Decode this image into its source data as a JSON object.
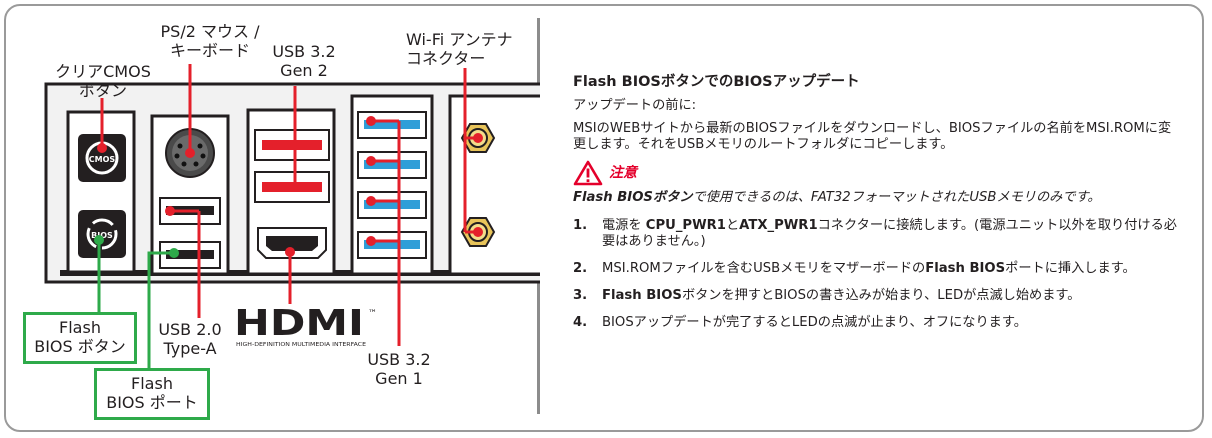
{
  "diagram": {
    "labels": {
      "clear_cmos": "クリアCMOS\nボタン",
      "ps2": "PS/2 マウス /\nキーボード",
      "usb32_gen2": "USB 3.2\nGen 2",
      "wifi": "Wi-Fi アンテナ\nコネクター",
      "flash_bios_button": "Flash\nBIOS ボタン",
      "usb20": "USB 2.0\nType-A",
      "flash_bios_port": "Flash\nBIOS ポート",
      "usb32_gen1": "USB 3.2\nGen 1"
    },
    "cmos_icon_text": "CMOS",
    "bios_icon_text": "BIOS",
    "hdmi_logo": "HDMI",
    "hdmi_tm": "™",
    "hdmi_tagline": "HIGH-DEFINITION MULTIMEDIA INTERFACE",
    "colors": {
      "callout_red": "#e4202b",
      "callout_green": "#2eaa4a",
      "usb_blue": "#2f9ed8",
      "antenna_gold": "#e8c45a"
    }
  },
  "instructions": {
    "title": "Flash BIOSボタンでのBIOSアップデート",
    "before_label": "アップデートの前に:",
    "before_text": "MSIのWEBサイトから最新のBIOSファイルをダウンロードし、BIOSファイルの名前をMSI.ROMに変更します。それをUSBメモリのルートフォルダにコピーします。",
    "caution_label": "注意",
    "note_bold": "Flash BIOSボタン",
    "note_rest": "で使用できるのは、FAT32フォーマットされたUSBメモリのみです。",
    "steps": [
      {
        "num": "1.",
        "t1": "電源を ",
        "b1": "CPU_PWR1",
        "t2": "と",
        "b2": "ATX_PWR1",
        "t3": "コネクターに接続します。(電源ユニット以外を取り付ける必要はありません。)"
      },
      {
        "num": "2.",
        "t1": "MSI.ROMファイルを含むUSBメモリをマザーボードの",
        "b1": "Flash BIOS",
        "t2": "ポートに挿入します。"
      },
      {
        "num": "3.",
        "b1": "Flash BIOS",
        "t1": "ボタンを押すとBIOSの書き込みが始まり、LEDが点滅し始めます。"
      },
      {
        "num": "4.",
        "t1": "BIOSアップデートが完了するとLEDの点滅が止まり、オフになります。"
      }
    ]
  }
}
